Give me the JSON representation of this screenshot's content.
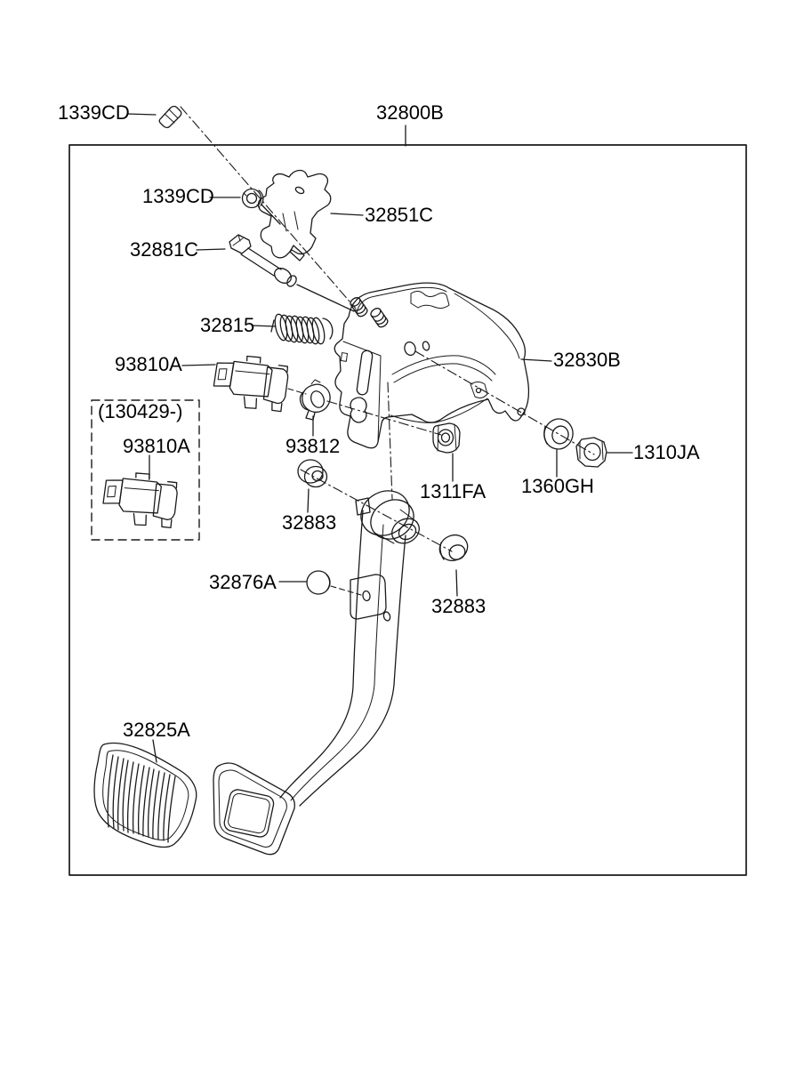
{
  "figure": {
    "kind": "brake-pedal-parts-diagram",
    "colors": {
      "line": "#1a1a1a",
      "background": "#ffffff"
    },
    "labels": {
      "clip_top": "1339CD",
      "assembly": "32800B",
      "pivot_nut": "1339CD",
      "bracket_upper": "32851C",
      "bolt": "32881C",
      "spring": "32815",
      "stop_switch": "93810A",
      "member": "32830B",
      "variant_date": "(130429-)",
      "variant_switch": "93810A",
      "stopper": "93812",
      "nut_flange": "1311FA",
      "washer_lock": "1360GH",
      "nut_hex": "1310JA",
      "bushing_upper": "32883",
      "bushing_lower": "32883",
      "cap": "32876A",
      "pad": "32825A"
    }
  }
}
